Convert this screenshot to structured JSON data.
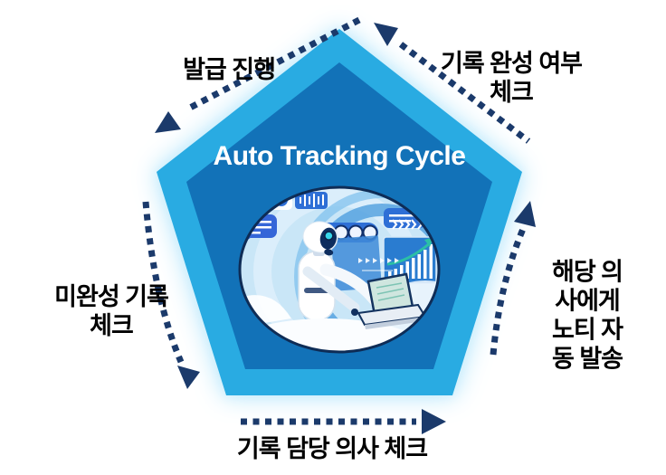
{
  "diagram": {
    "title": "Auto Tracking Cycle",
    "illustration": "robot-working-on-laptop-with-charts",
    "steps": [
      {
        "position": "top-left",
        "label": "발급 진행"
      },
      {
        "position": "left",
        "label": "미완성 기록\n체크"
      },
      {
        "position": "bottom",
        "label": "기록 담당 의사 체크"
      },
      {
        "position": "right",
        "label": "해당 의사에게\n노티 자동 발송"
      },
      {
        "position": "top-right",
        "label": "기록 완성 여부\n체크"
      }
    ]
  },
  "colors": {
    "background": "#ffffff",
    "navy": "#1b3a6b",
    "cyan": "#29abe2",
    "pentagon": "#1272b8",
    "glow": "#b5e6fb",
    "label_text": "#000000",
    "title_text": "#ffffff",
    "illustration_bg": "#c9e6f7",
    "bubble_blue": "#2e6fd6",
    "teal": "#2bbfa6"
  }
}
